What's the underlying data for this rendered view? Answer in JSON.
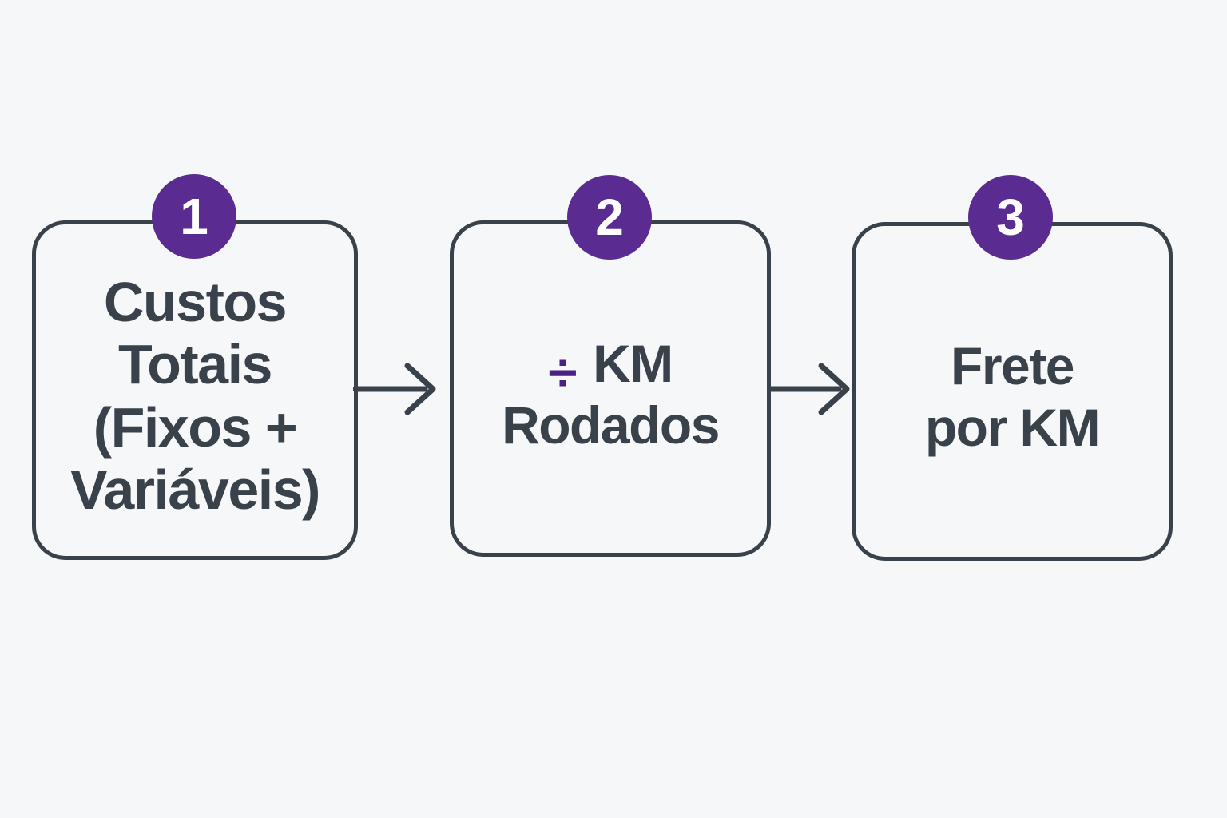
{
  "diagram": {
    "title": "freight-per-km-flow",
    "colors": {
      "background": "#f5f7f8",
      "outline": "#39424b",
      "text": "#39424b",
      "badge": "#5a2c92",
      "badge_text": "#ffffff",
      "divide": "#4a2185"
    },
    "steps": [
      {
        "number": "1",
        "lines": [
          "Custos",
          "Totais",
          "(Fixos +",
          "Variáveis)"
        ]
      },
      {
        "number": "2",
        "divide_symbol": "÷",
        "lines": [
          "KM",
          "Rodados"
        ]
      },
      {
        "number": "3",
        "lines": [
          "Frete",
          "por KM"
        ]
      }
    ],
    "connectors": [
      {
        "icon": "arrow-right",
        "from": "1",
        "to": "2"
      },
      {
        "icon": "arrow-right",
        "from": "2",
        "to": "3"
      }
    ]
  }
}
